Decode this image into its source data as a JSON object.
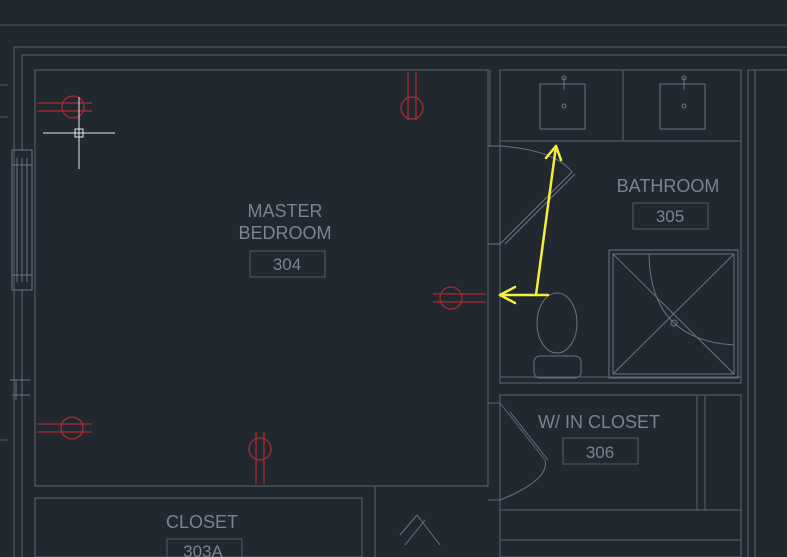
{
  "rooms": {
    "master_bedroom": {
      "line1": "MASTER",
      "line2": "BEDROOM",
      "number": "304"
    },
    "bathroom": {
      "label": "BATHROOM",
      "number": "305"
    },
    "walk_in_closet": {
      "label": "W/ IN CLOSET",
      "number": "306"
    },
    "closet": {
      "label": "CLOSET",
      "number": "303A"
    }
  },
  "colors": {
    "background": "#212830",
    "walls": "#5d6470",
    "electrical": "#a82a30",
    "annotation_arrow": "#f4ef3b",
    "text": "#7b8290",
    "cursor": "#e8e8e8"
  }
}
